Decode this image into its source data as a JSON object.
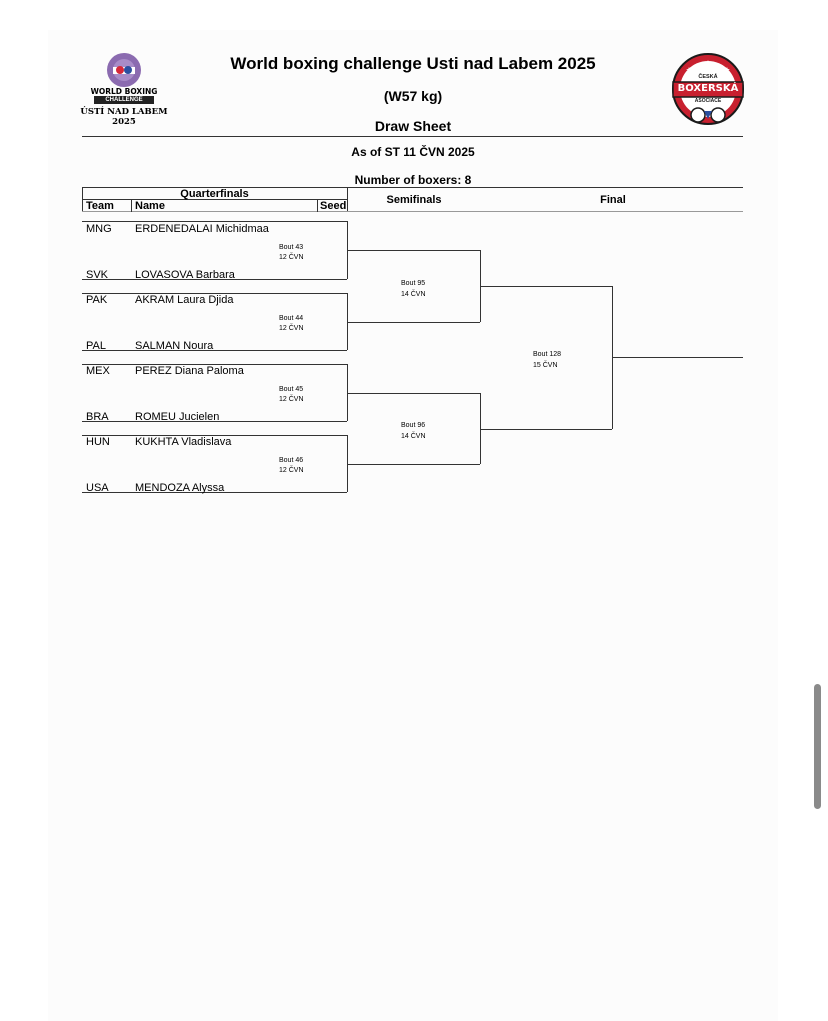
{
  "header": {
    "title": "World boxing challenge Usti nad Labem 2025",
    "weight_class": "(W57 kg)",
    "sheet_type": "Draw Sheet",
    "as_of": "As of ST 11 ČVN 2025",
    "boxer_count": "Number of boxers: 8"
  },
  "left_logo": {
    "line1": "WORLD BOXING",
    "line2": "CHALLENGE",
    "line3": "ÚSTÍ NAD LABEM",
    "line4": "2025",
    "colors": {
      "purple": "#8b6bb0",
      "red": "#d6283a",
      "dark": "#222222"
    }
  },
  "right_logo": {
    "top_text": "ČESKÁ",
    "main_text": "BOXERSKÁ",
    "bottom_text": "ASOCIACE",
    "colors": {
      "red": "#c8202f",
      "dark": "#1a1a1a"
    }
  },
  "columns": {
    "quarterfinals": "Quarterfinals",
    "team": "Team",
    "name": "Name",
    "seed": "Seed",
    "semifinals": "Semifinals",
    "final": "Final"
  },
  "quarterfinals": [
    {
      "bout": "Bout 43",
      "date": "12 ČVN",
      "top": {
        "team": "MNG",
        "name": "ERDENEDALAI Michidmaa"
      },
      "bottom": {
        "team": "SVK",
        "name": "LOVASOVA Barbara"
      }
    },
    {
      "bout": "Bout 44",
      "date": "12 ČVN",
      "top": {
        "team": "PAK",
        "name": "AKRAM Laura Djida"
      },
      "bottom": {
        "team": "PAL",
        "name": "SALMAN Noura"
      }
    },
    {
      "bout": "Bout 45",
      "date": "12 ČVN",
      "top": {
        "team": "MEX",
        "name": "PEREZ Diana Paloma"
      },
      "bottom": {
        "team": "BRA",
        "name": "ROMEU Jucielen"
      }
    },
    {
      "bout": "Bout 46",
      "date": "12 ČVN",
      "top": {
        "team": "HUN",
        "name": "KUKHTA Vladislava"
      },
      "bottom": {
        "team": "USA",
        "name": "MENDOZA Alyssa"
      }
    }
  ],
  "semifinals": [
    {
      "bout": "Bout 95",
      "date": "14 ČVN"
    },
    {
      "bout": "Bout 96",
      "date": "14 ČVN"
    }
  ],
  "final": {
    "bout": "Bout 128",
    "date": "15 ČVN"
  }
}
